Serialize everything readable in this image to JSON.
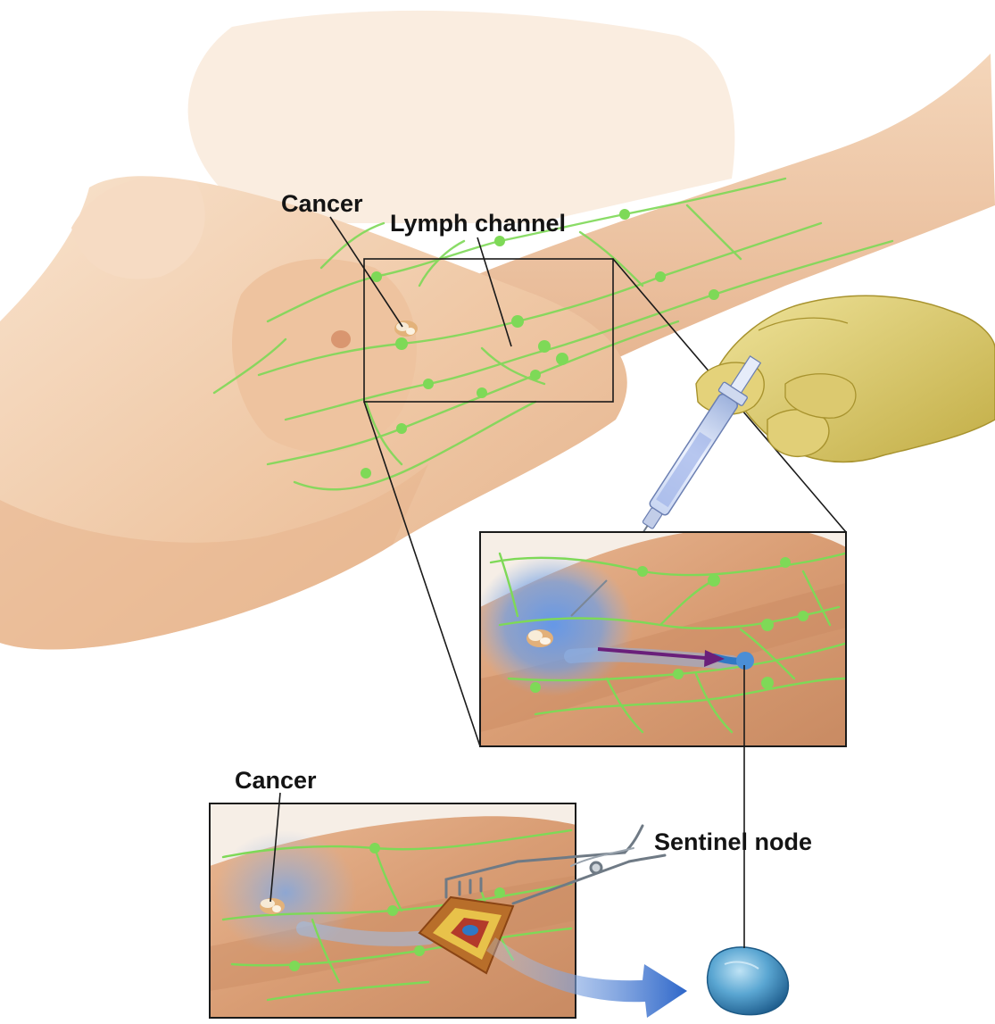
{
  "labels": {
    "cancer_top": "Cancer",
    "lymph_channel": "Lymph channel",
    "cancer_bottom": "Cancer",
    "sentinel_node": "Sentinel node"
  },
  "colors": {
    "skin_light": "#f6dcc3",
    "skin_mid": "#e8b893",
    "skin_dark": "#c98a62",
    "lymph_green": "#7ed957",
    "dye_blue": "#4f8fe6",
    "arrow_purple": "#6a1f7a",
    "glove_yellow": "#d9c86a",
    "node_blue": "#5aa0cc",
    "outline": "#1a1a1a"
  },
  "icons": {
    "syringe": "syringe-icon",
    "gloved_hand": "gloved-hand-icon",
    "forceps": "forceps-icon",
    "tumor": "tumor-icon",
    "lymph_node": "sentinel-node-icon"
  }
}
